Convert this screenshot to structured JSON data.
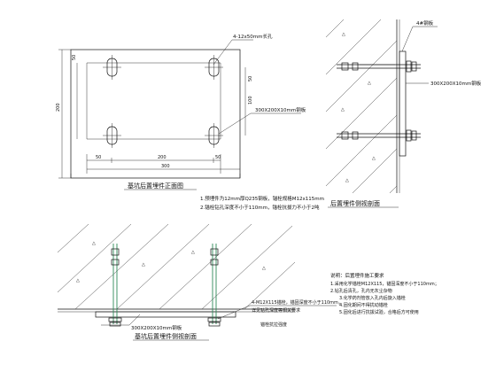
{
  "front_view": {
    "title": "基坑后置埋件正面图",
    "callout_top": "4-12x50mm长孔",
    "callout_plate": "300X200X10mm钢板",
    "dim_bottom_sub": [
      "50",
      "200",
      "50"
    ],
    "dim_bottom_total": "300",
    "dim_left_total": "200",
    "dim_left_sub": "50",
    "dim_right": "50",
    "dim_right_mid": "100"
  },
  "notes": {
    "line1": "1.预埋件为12mm厚Q235钢板，锚栓规格M12x115mm",
    "line2": "2.锚栓钻孔深度不小于110mm，锚栓抗拔力不小于2吨"
  },
  "side_view": {
    "title": "后置埋件侧视剖面",
    "callout_top": "4#钢板",
    "callout_plate": "300X200X10mm钢板"
  },
  "bottom_view": {
    "title": "基坑后置埋件侧视剖面",
    "callout_plate": "300X200X10mm钢板",
    "callout_bolt": "4-M12X115锚栓，锚固深度不小于110mm，",
    "callout_bolt2": "详见钻孔深度等相关要求",
    "callout_bolt3": "锚栓抗拉强度"
  },
  "spec_notes": {
    "title": "说明：后置埋件施工要求",
    "lines": [
      "1.采用化学锚栓M12X115，锚固深度不小于110mm；",
      "2.钻孔后清孔，孔内无灰尘杂物",
      "3.化学药剂管放入孔内后旋入锚栓",
      "4.固化期间不得扰动锚栓",
      "5.固化后进行抗拔试验，合格后方可使用"
    ]
  }
}
